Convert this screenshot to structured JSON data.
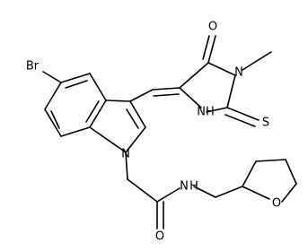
{
  "atom_labels": {
    "br": "Br",
    "o_carbonyl_top": "O",
    "n_methyl": "N",
    "nh_ring": "NH",
    "s_thione": "S",
    "n_indole": "N",
    "o_amide": "O",
    "nh_amide": "N",
    "h_amide": "H",
    "o_thf": "O"
  }
}
